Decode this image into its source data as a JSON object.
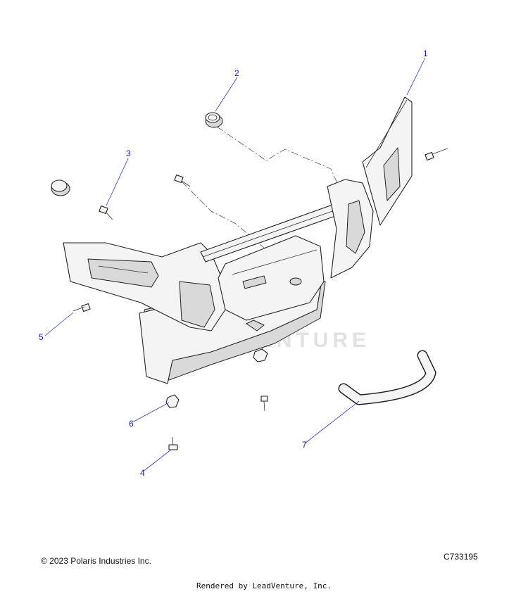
{
  "callouts": [
    {
      "label": "1"
    },
    {
      "label": "2"
    },
    {
      "label": "3"
    },
    {
      "label": "4"
    },
    {
      "label": "5"
    },
    {
      "label": "6"
    },
    {
      "label": "7"
    }
  ],
  "watermark": "LEADVENTURE",
  "footer": {
    "copyright": "© 2023 Polaris Industries Inc.",
    "diagram_code": "C733195",
    "rendered_by": "Rendered by LeadVenture, Inc."
  },
  "colors": {
    "callout": "#1a1aa8",
    "line": "#222222",
    "watermark": "#c9c9c9"
  }
}
